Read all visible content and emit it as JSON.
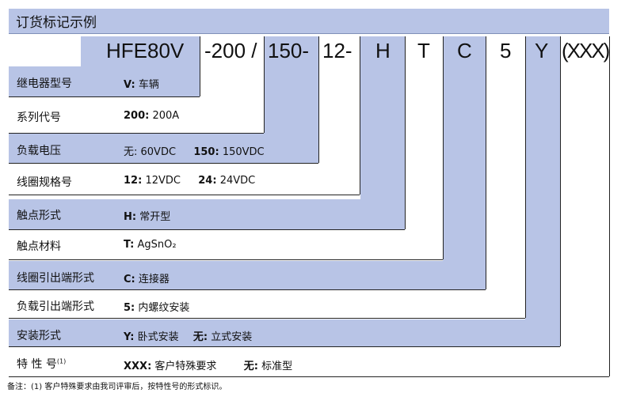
{
  "title": "订货标记示例",
  "code": {
    "base": "HFE80V",
    "rated": "-200 /",
    "voltage": "150-",
    "coil": "12-",
    "contact": "H",
    "material": "T",
    "coil_term": "C",
    "load_term": "5",
    "mount": "Y",
    "special": "(XXX)"
  },
  "rows": [
    {
      "label": "继电器型号",
      "desc": [
        {
          "key": "V:",
          "val": "车辆"
        }
      ]
    },
    {
      "label": "系列代号",
      "desc": [
        {
          "key": "200:",
          "val": "200A"
        }
      ]
    },
    {
      "label": "负载电压",
      "desc": [
        {
          "key": "",
          "val": "无: 60VDC"
        },
        {
          "key": "150:",
          "val": "150VDC"
        }
      ]
    },
    {
      "label": "线圈规格号",
      "desc": [
        {
          "key": "12:",
          "val": "12VDC"
        },
        {
          "key": "24:",
          "val": "24VDC"
        }
      ]
    },
    {
      "label": "触点形式",
      "desc": [
        {
          "key": "H:",
          "val": "常开型"
        }
      ]
    },
    {
      "label": "触点材料",
      "desc": [
        {
          "key": "T:",
          "val": "AgSnO₂"
        }
      ]
    },
    {
      "label": "线圈引出端形式",
      "desc": [
        {
          "key": "C:",
          "val": "连接器"
        }
      ]
    },
    {
      "label": "负载引出端形式",
      "desc": [
        {
          "key": "5:",
          "val": "内螺纹安装"
        }
      ]
    },
    {
      "label": "安装形式",
      "desc": [
        {
          "key": "Y:",
          "val": "卧式安装"
        },
        {
          "key": "无:",
          "val": "立式安装"
        }
      ]
    },
    {
      "label": "特 性 号",
      "sup": "(1)",
      "desc": [
        {
          "key": "XXX:",
          "val": "客户特殊要求"
        },
        {
          "key": "无:",
          "val": "标准型"
        }
      ]
    }
  ],
  "footnote": "备注：(1) 客户特殊要求由我司评审后，按特性号的形式标识。",
  "colors": {
    "band": "#b8c4e6",
    "line": "#222222"
  }
}
